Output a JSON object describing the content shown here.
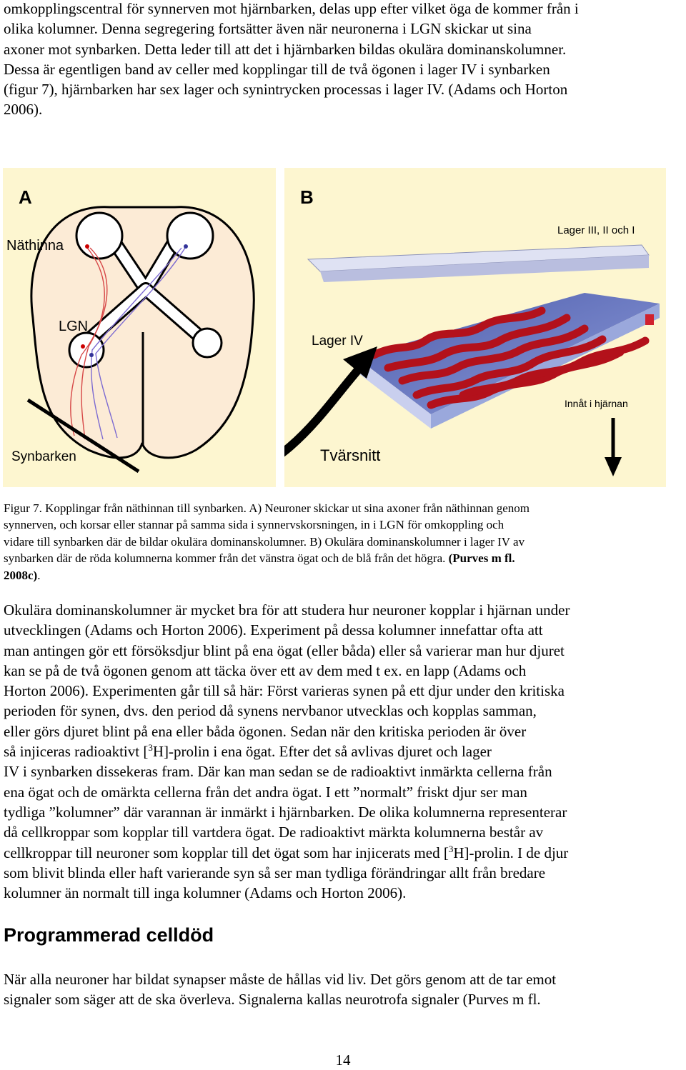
{
  "intro_lines": [
    "omkopplingscentral  för  synnerven mot hjärnbarken, delas upp efter vilket öga de kommer från i",
    "olika kolumner. Denna segregering fortsätter även när neuronerna i LGN skickar ut sina",
    "axoner mot synbarken. Detta leder till att det i hjärnbarken bildas okulära dominanskolumner.",
    "Dessa är egentligen band av celler med kopplingar till de två ögonen i lager IV i synbarken",
    "(figur 7), hjärnbarken har sex lager och synintrycken processas i lager IV. (Adams och Horton",
    "2006)."
  ],
  "figure": {
    "panel_a": {
      "letter": "A",
      "label_retina": "Näthinna",
      "label_lgn": "LGN",
      "label_cortex": "Synbarken",
      "label_section": "Tvärsnitt"
    },
    "panel_b": {
      "letter": "B",
      "label_layers_top": "Lager III, II och I",
      "label_layer4": "Lager IV",
      "label_inward": "Innåt i hjärnan"
    }
  },
  "caption_lines": [
    "Figur 7. Kopplingar från näthinnan till synbarken. A) Neuroner skickar ut sina axoner från näthinnan genom",
    "synnerven, och korsar eller stannar på samma sida i synnervskorsningen, in i LGN för omkoppling och",
    "vidare till synbarken där de bildar okulära dominanskolumner. B) Okulära dominanskolumner i lager IV av",
    "synbarken där de röda kolumnerna kommer från det vänstra ögat och de blå från det högra."
  ],
  "caption_ref_a": "(Purves m fl.",
  "caption_ref_b": "2008c)",
  "caption_ref_end": ".",
  "body": {
    "l1": "Okulära dominanskolumner är mycket bra för att studera hur neuroner kopplar i hjärnan under",
    "l2": "utvecklingen (Adams och Horton 2006). Experiment på dessa kolumner innefattar ofta att",
    "l3": "man antingen gör ett försöksdjur blint på ena ögat (eller båda) eller så varierar man hur djuret",
    "l4": "kan se på de två ögonen genom att täcka över ett av dem med t ex. en lapp (Adams och",
    "l5": "Horton 2006). Experimenten går till så här: Först varieras synen på ett djur under den kritiska",
    "l6": "perioden för synen, dvs. den period då synens nervbanor utvecklas och kopplas samman,",
    "l7": "eller görs djuret blint på ena eller båda ögonen. Sedan när den kritiska perioden är över",
    "l8a": "så injiceras radioaktivt [",
    "l8sup": "3",
    "l8b": "H]-prolin i ena ögat. Efter det så avlivas djuret och lager",
    "l9": "IV i synbarken dissekeras fram. Där kan man sedan se de radioaktivt inmärkta cellerna från",
    "l10": "ena ögat och de omärkta cellerna från det andra ögat. I ett ”normalt” friskt djur ser man",
    "l11": "tydliga ”kolumner” där varannan är inmärkt i hjärnbarken. De olika kolumnerna representerar",
    "l12": "då cellkroppar som kopplar till vartdera ögat. De radioaktivt märkta kolumnerna består av",
    "l13a": "cellkroppar till neuroner som kopplar till det ögat som har injicerats med [",
    "l13sup": "3",
    "l13b": "H]-prolin. I de djur",
    "l14": "som blivit blinda eller haft varierande syn så ser man tydliga förändringar allt från bredare",
    "l15": "kolumner än normalt till inga kolumner (Adams och Horton 2006)."
  },
  "heading": "Programmerad celldöd",
  "last_lines": [
    "När alla neuroner har bildat synapser måste de hållas vid liv. Det görs genom att de tar emot",
    "signaler som säger att de ska överleva. Signalerna kallas neurotrofa signaler (Purves m fl."
  ],
  "page_number": "14",
  "colors": {
    "panel_bg": "#fdf6d0",
    "red_column": "#b3111b",
    "blue_layer": "#6f7fc4"
  }
}
